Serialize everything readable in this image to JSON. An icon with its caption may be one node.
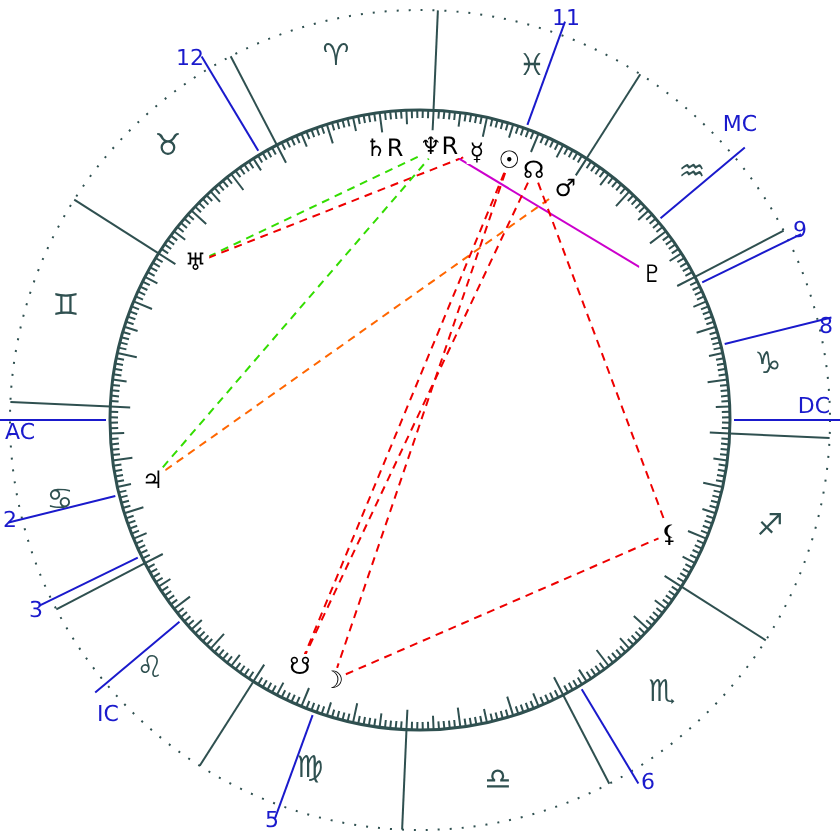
{
  "diagram": {
    "nodes": [
      {
        "text": [
          "♄R"
        ]
      },
      {
        "text": [
          "♆R"
        ]
      },
      {
        "text": [
          "☿"
        ]
      },
      {
        "text": [
          "☉"
        ]
      },
      {
        "text": [
          "☊"
        ]
      },
      {
        "text": [
          "♂"
        ]
      },
      {
        "text": [
          "♅"
        ]
      },
      {
        "text": [
          "♇"
        ]
      },
      {
        "text": [
          "♃"
        ]
      },
      {
        "text": [
          "⚸"
        ]
      },
      {
        "text": [
          "☋"
        ]
      },
      {
        "text": [
          "☽"
        ]
      }
    ],
    "edges": [
      {
        "from": 6,
        "to": 1,
        "arrow": "none",
        "style": "dashed",
        "color": "#33dd00"
      },
      {
        "from": 6,
        "to": 2,
        "arrow": "none",
        "style": "dashed",
        "color": "#ee0000"
      },
      {
        "from": 8,
        "to": 1,
        "arrow": "none",
        "style": "dashed",
        "color": "#33dd00"
      },
      {
        "from": 8,
        "to": 5,
        "arrow": "none",
        "style": "dashed",
        "color": "#ff6600"
      },
      {
        "from": 1,
        "to": 7,
        "arrow": "none",
        "color": "#cc00cc"
      },
      {
        "from": 3,
        "to": 11,
        "arrow": "none",
        "style": "dashed",
        "color": "#ee0000"
      },
      {
        "from": 4,
        "to": 10,
        "arrow": "none",
        "style": "dashed",
        "color": "#ee0000"
      },
      {
        "from": 3,
        "to": 10,
        "arrow": "none",
        "style": "dashed",
        "color": "#ee0000"
      },
      {
        "from": 4,
        "to": 9,
        "arrow": "none",
        "style": "dashed",
        "color": "#ee0000"
      },
      {
        "from": 11,
        "to": 9,
        "arrow": "none",
        "style": "dashed",
        "color": "#ee0000"
      }
    ],
    "labels": [
      "11",
      "♓",
      "♈",
      "12",
      "♉",
      "MC",
      "♒",
      "9",
      "♊",
      "8",
      "♑",
      "DC",
      "AC",
      "♋",
      "2",
      "♐",
      "3",
      "♌",
      "IC",
      "♏",
      "♍",
      "6",
      "♎",
      "5"
    ]
  }
}
